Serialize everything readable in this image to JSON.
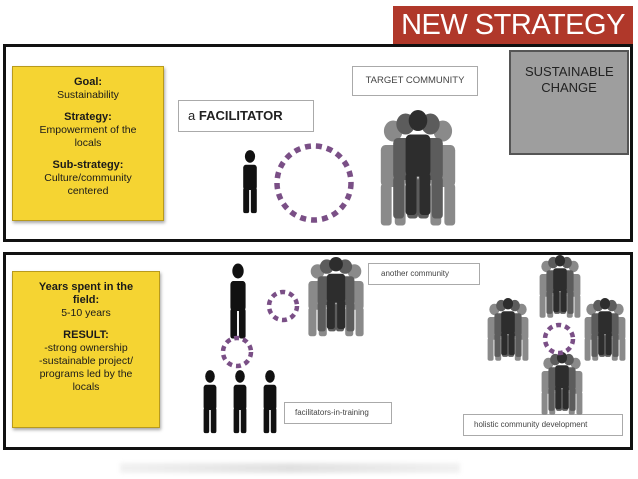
{
  "title": "NEW STRATEGY",
  "top_panel": {
    "note": {
      "goal_label": "Goal:",
      "goal_value": "Sustainability",
      "strategy_label": "Strategy:",
      "strategy_value": "Empowerment of the locals",
      "substrategy_label": "Sub-strategy:",
      "substrategy_value": "Culture/community centered"
    },
    "facilitator_prefix": "a",
    "facilitator_label": "FACILITATOR",
    "target_label": "TARGET COMMUNITY",
    "sustainable_label": "SUSTAINABLE CHANGE"
  },
  "bottom_panel": {
    "note": {
      "years_label": "Years spent in the field:",
      "years_value": "5-10 years",
      "result_label": "RESULT:",
      "result_line1": "-strong ownership",
      "result_line2": "-sustainable project/ programs led by the locals"
    },
    "another_label": "another community",
    "trainees_label": "facilitators-in-training",
    "holistic_label": "holistic community development"
  },
  "colors": {
    "title_bg": "#b0382a",
    "note_yellow": "#f5d432",
    "circle_purple": "#7a4f86",
    "gray_box": "#9e9e9e"
  },
  "icons": [
    "person-icon",
    "group-icon",
    "dotted-circle-icon"
  ]
}
